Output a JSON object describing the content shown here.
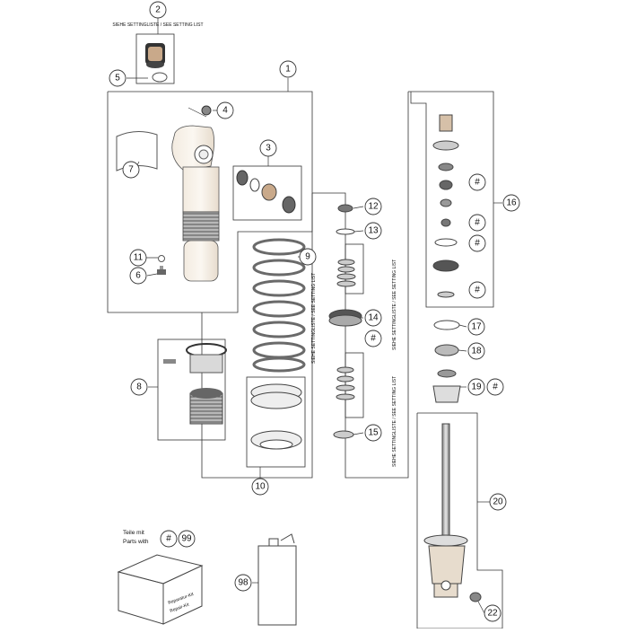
{
  "diagram": {
    "setting_note": "SIEHE SETTINGLISTE / SEE SETTING LIST",
    "parts_with_label_de": "Teile mit",
    "parts_with_label_en": "Parts with",
    "parts_with_symbol": "#",
    "parts_with_number": "99",
    "repair_kit_text_1": "Reparatur-Kit",
    "repair_kit_text_2": "Repair-Kit",
    "callouts": [
      {
        "id": "c1",
        "label": "1"
      },
      {
        "id": "c2",
        "label": "2"
      },
      {
        "id": "c3",
        "label": "3"
      },
      {
        "id": "c4",
        "label": "4"
      },
      {
        "id": "c5",
        "label": "5"
      },
      {
        "id": "c6",
        "label": "6"
      },
      {
        "id": "c7",
        "label": "7"
      },
      {
        "id": "c8",
        "label": "8"
      },
      {
        "id": "c9",
        "label": "9"
      },
      {
        "id": "c10",
        "label": "10"
      },
      {
        "id": "c11",
        "label": "11"
      },
      {
        "id": "c12",
        "label": "12"
      },
      {
        "id": "c13",
        "label": "13"
      },
      {
        "id": "c14",
        "label": "14"
      },
      {
        "id": "c15",
        "label": "15"
      },
      {
        "id": "c16",
        "label": "16"
      },
      {
        "id": "c17",
        "label": "17"
      },
      {
        "id": "c18",
        "label": "18"
      },
      {
        "id": "c19",
        "label": "19"
      },
      {
        "id": "c20",
        "label": "20"
      },
      {
        "id": "c22",
        "label": "22"
      },
      {
        "id": "c98",
        "label": "98"
      }
    ],
    "hash_marks": [
      {
        "id": "h1",
        "label": "#"
      },
      {
        "id": "h2",
        "label": "#"
      },
      {
        "id": "h3",
        "label": "#"
      },
      {
        "id": "h4",
        "label": "#"
      },
      {
        "id": "h5",
        "label": "#"
      },
      {
        "id": "h6",
        "label": "#"
      },
      {
        "id": "h7",
        "label": "#"
      }
    ]
  }
}
